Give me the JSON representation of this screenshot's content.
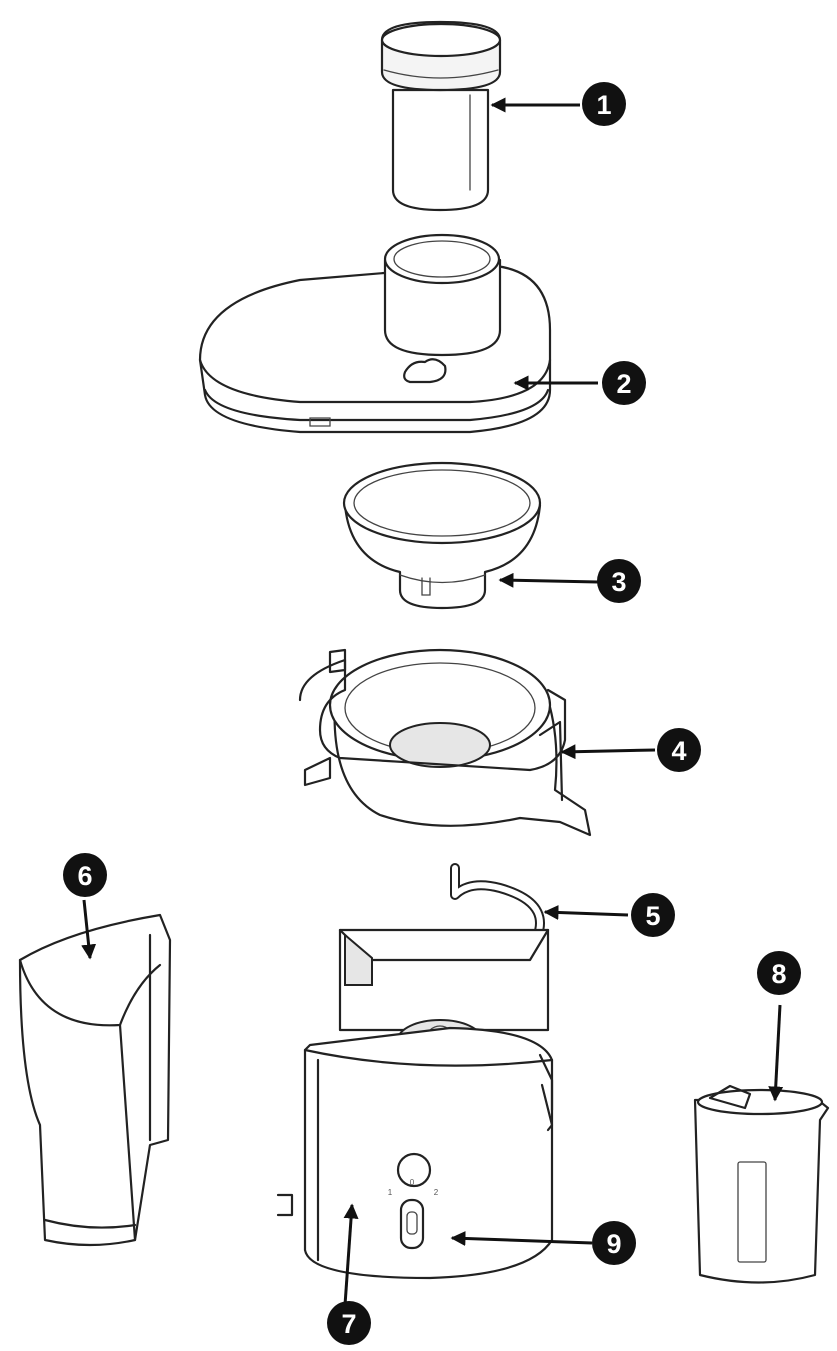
{
  "callouts": [
    {
      "number": "1"
    },
    {
      "number": "2"
    },
    {
      "number": "3"
    },
    {
      "number": "4"
    },
    {
      "number": "5"
    },
    {
      "number": "6"
    },
    {
      "number": "7"
    },
    {
      "number": "8"
    },
    {
      "number": "9"
    }
  ],
  "speed_dial": {
    "marks": [
      "1",
      "0",
      "2"
    ]
  },
  "colors": {
    "ink": "#111111",
    "outline": "#222222",
    "background": "#ffffff",
    "badge_text": "#ffffff"
  }
}
